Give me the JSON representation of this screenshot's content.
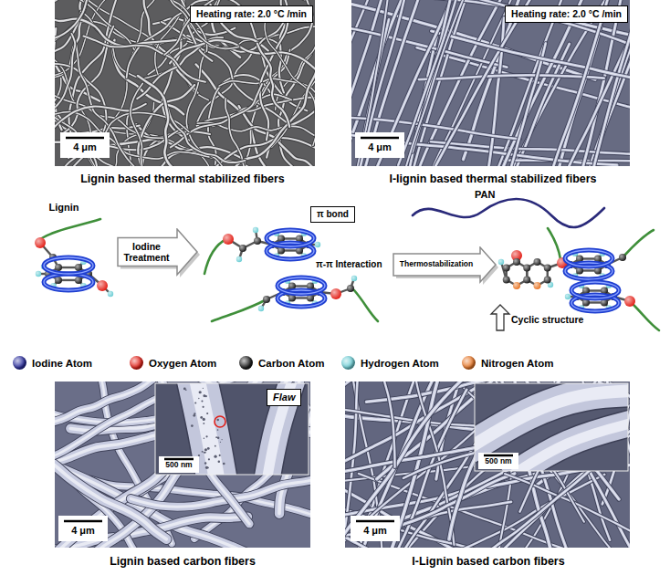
{
  "diagram": {
    "nodes": [
      {
        "text": [
          "Heating rate: 2.0 °C /min"
        ]
      },
      {
        "text": [
          "Heating rate: 2.0 °C /min"
        ]
      },
      {
        "text": [
          "Iodine Treatment"
        ]
      },
      {
        "text": [
          "π bond"
        ]
      },
      {
        "text": [
          "Thermostabilization"
        ]
      },
      {
        "text": [
          "Flaw"
        ]
      }
    ],
    "labels": [
      "Lignin based thermal stabilized fibers",
      "I-lignin based thermal stabilized fibers",
      "4 μm",
      "4 μm",
      "Lignin",
      "π-π Interaction",
      "PAN",
      "Cyclic structure",
      "4 μm",
      "500 nm",
      "4 μm",
      "500 nm",
      "Lignin based carbon fibers",
      "I-Lignin based carbon fibers"
    ],
    "legend": [
      {
        "text": "Iodine Atom",
        "color": "#2b2f9e"
      },
      {
        "text": "Oxygen Atom",
        "color": "#e3231b"
      },
      {
        "text": "Carbon Atom",
        "color": "#1e1e1e"
      },
      {
        "text": "Hydrogen Atom",
        "color": "#6fcfd6"
      },
      {
        "text": "Nitrogen Atom",
        "color": "#e8782a"
      }
    ]
  }
}
